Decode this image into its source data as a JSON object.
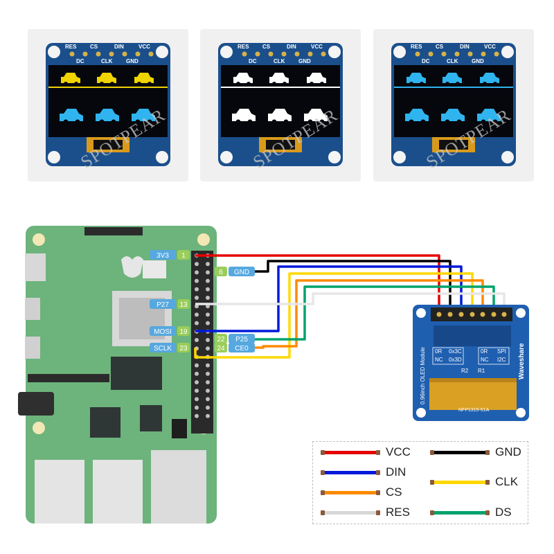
{
  "watermark": "SPOTPEAR",
  "oled_header_pins": [
    "RES",
    "CS",
    "DIN",
    "VCC",
    "DC",
    "CLK",
    "GND"
  ],
  "oled_variants": [
    {
      "name": "yellow-blue",
      "top_color": "#f0d400",
      "bottom_color": "#2fb4f0"
    },
    {
      "name": "white",
      "top_color": "#ffffff",
      "bottom_color": "#ffffff"
    },
    {
      "name": "blue",
      "top_color": "#2fb4f0",
      "bottom_color": "#2fb4f0"
    }
  ],
  "pi_pins": {
    "left": [
      {
        "label": "3V3",
        "num": "1"
      },
      {
        "label": "P27",
        "num": "13"
      },
      {
        "label": "MOSI",
        "num": "19"
      },
      {
        "label": "SCLK",
        "num": "23"
      }
    ],
    "right": [
      {
        "num": "6",
        "label": "GND"
      },
      {
        "num": "22",
        "label": "P25"
      },
      {
        "num": "24",
        "label": "CE0"
      }
    ]
  },
  "module": {
    "vertical_label": "0.96inch OLED Module",
    "brand": "Waveshare",
    "fpc_text": "NFP1315-51A",
    "table_left": [
      [
        "0R",
        "0x3C"
      ],
      [
        "NC",
        "0x3D"
      ]
    ],
    "table_right": [
      [
        "0R",
        "SPI"
      ],
      [
        "NC",
        "I2C"
      ]
    ],
    "resistors": [
      "R2",
      "R1"
    ]
  },
  "legend": [
    {
      "label": "VCC",
      "color": "#e60000"
    },
    {
      "label": "GND",
      "color": "#000000"
    },
    {
      "label": "DIN",
      "color": "#0019d9"
    },
    {
      "label": "CLK",
      "color": "#ffd800"
    },
    {
      "label": "CS",
      "color": "#ff8a00"
    },
    {
      "label": "RES",
      "color": "#d8d8d8"
    },
    {
      "label": "DS",
      "color": "#00a36b"
    }
  ]
}
